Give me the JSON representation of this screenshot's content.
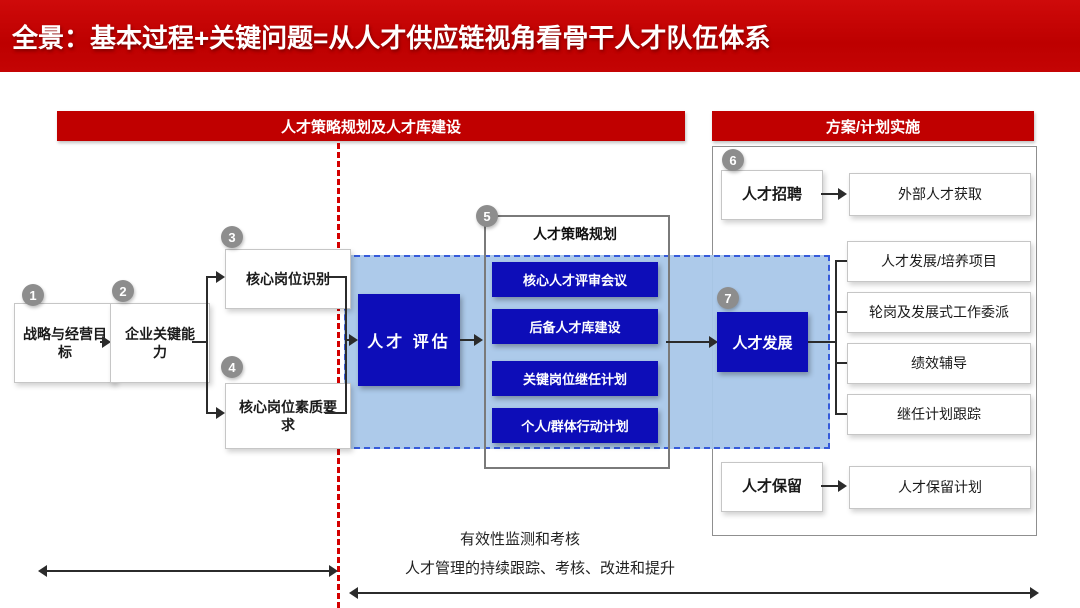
{
  "banner": {
    "title": "全景：基本过程+关键问题=从人才供应链视角看骨干人才队伍体系"
  },
  "headers": {
    "left": "人才策略规划及人才库建设",
    "right": "方案/计划实施"
  },
  "flow": {
    "step1": {
      "num": "1",
      "label": "战略与经营目标"
    },
    "step2": {
      "num": "2",
      "label": "企业关键能力"
    },
    "step3": {
      "num": "3",
      "label": "核心岗位识别"
    },
    "step4": {
      "num": "4",
      "label": "核心岗位素质要求"
    },
    "assessment": {
      "label": "人才 评估"
    },
    "planning": {
      "num": "5",
      "title": "人才策略规划",
      "items": [
        "核心人才评审会议",
        "后备人才库建设",
        "关键岗位继任计划",
        "个人/群体行动计划"
      ]
    },
    "recruit": {
      "num": "6",
      "label": "人才招聘",
      "target": "外部人才获取"
    },
    "develop": {
      "num": "7",
      "label": "人才发展",
      "items": [
        "人才发展/培养项目",
        "轮岗及发展式工作委派",
        "绩效辅导",
        "继任计划跟踪"
      ]
    },
    "retain": {
      "label": "人才保留",
      "target": "人才保留计划"
    }
  },
  "footer": {
    "line1": "有效性监测和考核",
    "line2": "人才管理的持续跟踪、考核、改进和提升"
  },
  "colors": {
    "banner_red": "#c00000",
    "dark_blue": "#0d0db8",
    "light_blue_zone": "#a9c8e9",
    "circle_gray": "#8d8d8d"
  }
}
